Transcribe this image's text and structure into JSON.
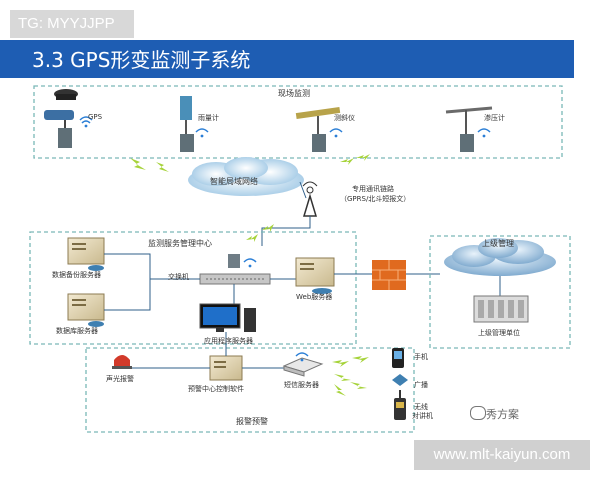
{
  "tag": "TG: MYYJJPP",
  "title": "3.3  GPS形变监测子系统",
  "watermark": "www.mlt-kaiyun.com",
  "brand": "秀方案",
  "sections": {
    "field": "现场监测",
    "center": "监测服务管理中心",
    "upper": "上级管理",
    "alarm": "报警预警"
  },
  "sensors": {
    "gps": "GPS",
    "rain": "雨量计",
    "incline": "测斜仪",
    "pressure": "渗压计"
  },
  "network": {
    "lan": "智能局域网络",
    "gprs_line1": "专用通讯链路",
    "gprs_line2": "（GPRS/北斗短报文）"
  },
  "center": {
    "db_backup": "数据备份服务器",
    "db_server": "数据库服务器",
    "switch": "交换机",
    "web_server": "Web服务器",
    "app_server": "应用程序服务器"
  },
  "upper": {
    "unit": "上级管理单位"
  },
  "alarm": {
    "siren": "声光报警",
    "control": "预警中心控制软件",
    "sms": "短信服务器",
    "phone": "手机",
    "broadcast": "广播",
    "radio_line1": "无线",
    "radio_line2": "对讲机"
  },
  "colors": {
    "title_bar": "#1e5db3",
    "box_border": "#7ab8b6",
    "firewall": "#e06a1f",
    "lightning": "#a6d33a",
    "wifi": "#2a7ed6"
  }
}
